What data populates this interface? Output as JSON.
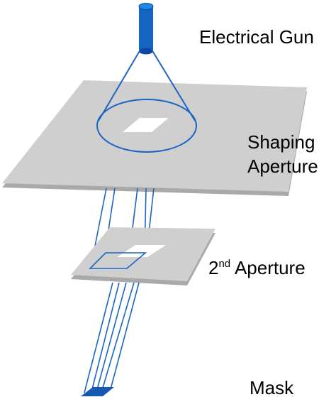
{
  "labels": {
    "electrical_gun": "Electrical Gun",
    "shaping_line1": "Shaping",
    "shaping_line2": "Aperture",
    "second_num": "2",
    "second_sup": "nd",
    "second_rest": " Aperture",
    "mask": "Mask"
  },
  "colors": {
    "beam": "#1a66c2",
    "plate_top": "#cfcfcf",
    "plate_edge": "#a9a9a9",
    "gun_body": "#1565c0",
    "gun_dark": "#0d47a1",
    "hole": "#ffffff",
    "mask_fill": "#1558b0"
  }
}
